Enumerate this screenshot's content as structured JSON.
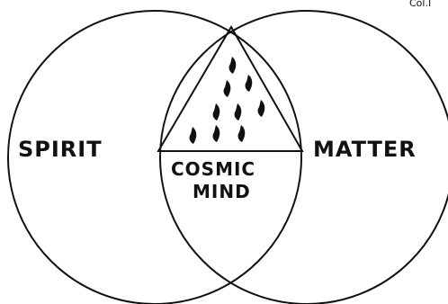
{
  "corner_text": "Col.I",
  "labels": {
    "left": "SPIRIT",
    "right": "MATTER",
    "center_line1": "COSMIC",
    "center_line2": "MIND"
  },
  "flame_icon": "flame-icon",
  "flame_count": 9,
  "colors": {
    "ink": "#111111",
    "background": "#ffffff"
  }
}
